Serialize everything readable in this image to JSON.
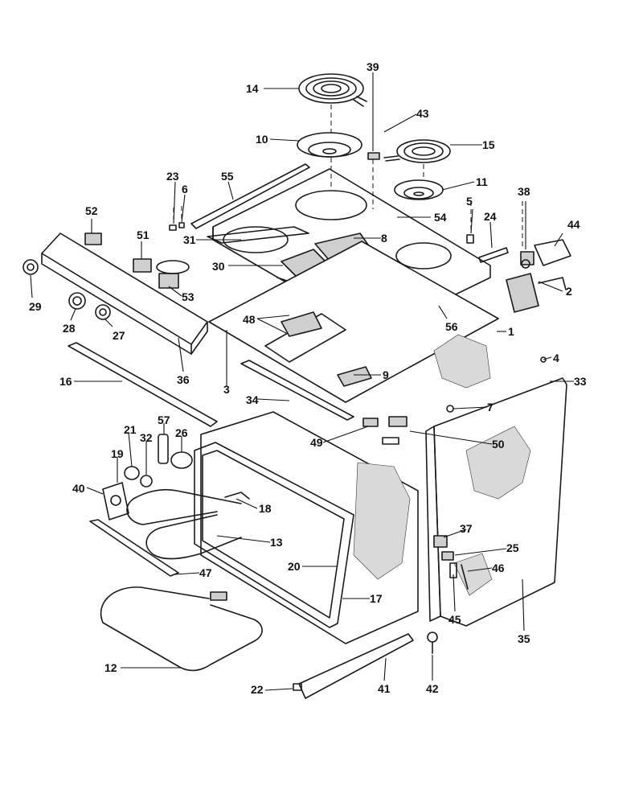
{
  "callouts": [
    {
      "id": "14",
      "text": "14"
    },
    {
      "id": "39",
      "text": "39"
    },
    {
      "id": "43",
      "text": "43"
    },
    {
      "id": "10",
      "text": "10"
    },
    {
      "id": "15",
      "text": "15"
    },
    {
      "id": "23",
      "text": "23"
    },
    {
      "id": "6",
      "text": "6"
    },
    {
      "id": "55",
      "text": "55"
    },
    {
      "id": "11",
      "text": "11"
    },
    {
      "id": "38",
      "text": "38"
    },
    {
      "id": "5",
      "text": "5"
    },
    {
      "id": "24",
      "text": "24"
    },
    {
      "id": "44",
      "text": "44"
    },
    {
      "id": "54",
      "text": "54"
    },
    {
      "id": "52",
      "text": "52"
    },
    {
      "id": "51",
      "text": "51"
    },
    {
      "id": "31",
      "text": "31"
    },
    {
      "id": "8",
      "text": "8"
    },
    {
      "id": "30",
      "text": "30"
    },
    {
      "id": "2",
      "text": "2"
    },
    {
      "id": "53",
      "text": "53"
    },
    {
      "id": "29",
      "text": "29"
    },
    {
      "id": "28",
      "text": "28"
    },
    {
      "id": "27",
      "text": "27"
    },
    {
      "id": "48",
      "text": "48"
    },
    {
      "id": "56",
      "text": "56"
    },
    {
      "id": "1",
      "text": "1"
    },
    {
      "id": "36",
      "text": "36"
    },
    {
      "id": "16",
      "text": "16"
    },
    {
      "id": "3",
      "text": "3"
    },
    {
      "id": "4",
      "text": "4"
    },
    {
      "id": "9",
      "text": "9"
    },
    {
      "id": "33",
      "text": "33"
    },
    {
      "id": "34",
      "text": "34"
    },
    {
      "id": "7",
      "text": "7"
    },
    {
      "id": "57",
      "text": "57"
    },
    {
      "id": "21",
      "text": "21"
    },
    {
      "id": "32",
      "text": "32"
    },
    {
      "id": "26",
      "text": "26"
    },
    {
      "id": "49",
      "text": "49"
    },
    {
      "id": "50",
      "text": "50"
    },
    {
      "id": "19",
      "text": "19"
    },
    {
      "id": "40",
      "text": "40"
    },
    {
      "id": "18",
      "text": "18"
    },
    {
      "id": "13",
      "text": "13"
    },
    {
      "id": "37",
      "text": "37"
    },
    {
      "id": "25",
      "text": "25"
    },
    {
      "id": "20",
      "text": "20"
    },
    {
      "id": "46",
      "text": "46"
    },
    {
      "id": "47",
      "text": "47"
    },
    {
      "id": "17",
      "text": "17"
    },
    {
      "id": "45",
      "text": "45"
    },
    {
      "id": "35",
      "text": "35"
    },
    {
      "id": "12",
      "text": "12"
    },
    {
      "id": "22",
      "text": "22"
    },
    {
      "id": "41",
      "text": "41"
    },
    {
      "id": "42",
      "text": "42"
    }
  ]
}
